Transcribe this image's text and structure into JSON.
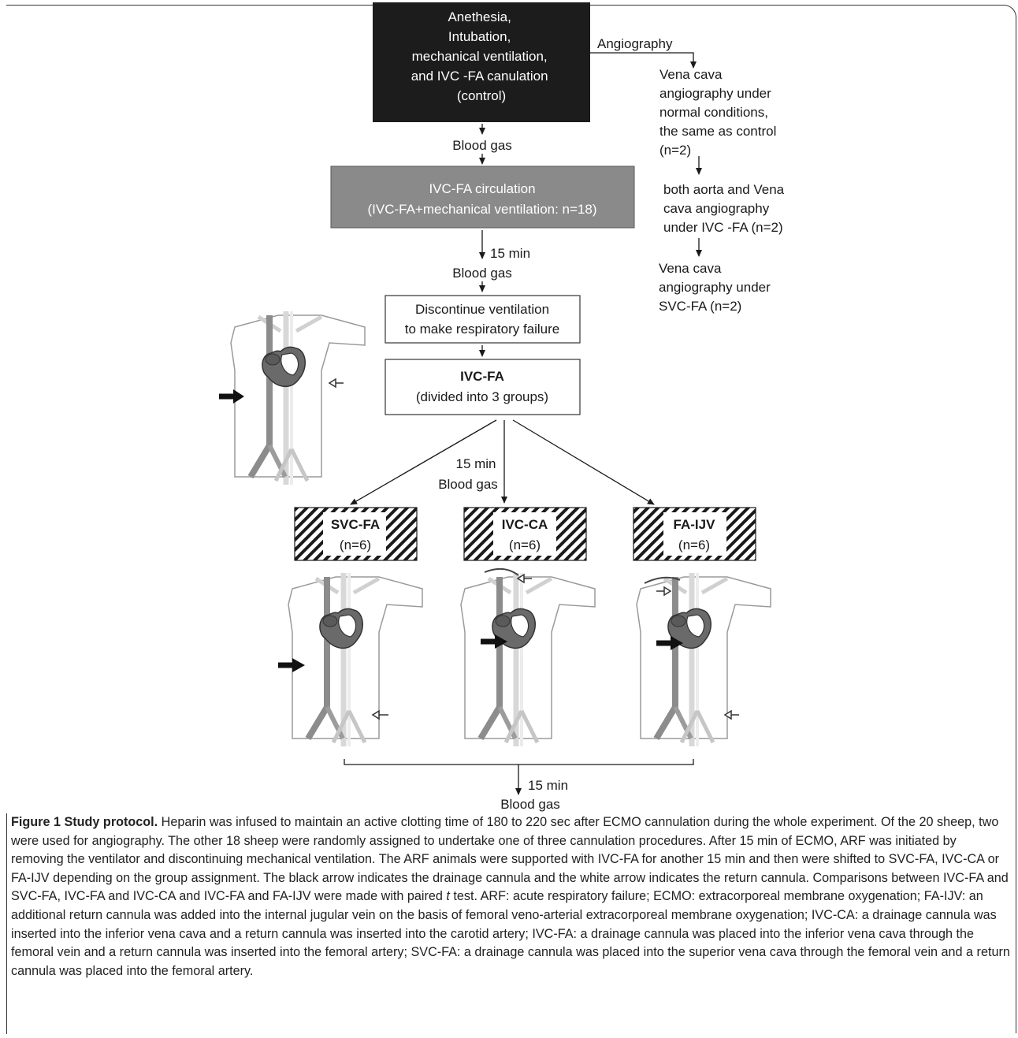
{
  "boxes": {
    "control": [
      "Anethesia,",
      "Intubation,",
      "mechanical ventilation,",
      "and IVC -FA canulation",
      "(control)"
    ],
    "ivcfa_circ": [
      "IVC-FA circulation",
      "(IVC-FA+mechanical ventilation: n=18)"
    ],
    "discontinue": [
      "Discontinue ventilation",
      "to make respiratory failure"
    ],
    "ivcfa_title": "IVC-FA",
    "ivcfa_sub": "(divided into 3 groups)",
    "groups": [
      {
        "name": "SVC-FA",
        "n": "(n=6)"
      },
      {
        "name": "IVC-CA",
        "n": "(n=6)"
      },
      {
        "name": "FA-IJV",
        "n": "(n=6)"
      }
    ]
  },
  "labels": {
    "angiography": "Angiography",
    "blood_gas_1": "Blood gas",
    "min_15_a": "15 min",
    "blood_gas_2": "Blood  gas",
    "min_15_b": "15 min",
    "blood_gas_3": "Blood  gas",
    "min_15_c": "15 min",
    "blood_gas_4": "Blood  gas"
  },
  "angio_steps": [
    [
      "Vena cava",
      "angiography under",
      "normal conditions,",
      "the same as control",
      "(n=2)"
    ],
    [
      "both  aorta and Vena",
      "cava angiography",
      "under IVC -FA (n=2)"
    ],
    [
      "Vena cava",
      "angiography under",
      "SVC-FA (n=2)"
    ]
  ],
  "icons": [
    "black-arrow-icon",
    "white-arrow-icon"
  ],
  "colors": {
    "control_box": "#1c1c1c",
    "circ_box": "#8a8a8a",
    "vessel": "#7a7a7a"
  },
  "caption": {
    "figure_label": "Figure 1 Study protocol.",
    "text": " Heparin was infused to maintain an active clotting time of 180 to 220 sec after ECMO cannulation during the whole experiment. Of the 20 sheep, two were used for angiography. The other 18 sheep were randomly assigned to undertake one of three cannulation procedures. After 15 min of ECMO, ARF was initiated by removing the ventilator and discontinuing mechanical ventilation. The ARF animals were supported with IVC-FA for another 15 min and then were shifted to SVC-FA, IVC-CA or FA-IJV depending on the group assignment. The black arrow indicates the drainage cannula and the white arrow indicates the return cannula. Comparisons between IVC-FA and SVC-FA, IVC-FA and IVC-CA and IVC-FA and FA-IJV were made with paired ",
    "t_italic": "t",
    "text2": " test. ARF: acute respiratory failure; ECMO: extracorporeal membrane oxygenation; FA-IJV: an additional return cannula was added into the internal jugular vein on the basis of femoral veno-arterial extracorporeal membrane oxygenation; IVC-CA: a drainage cannula was inserted into the inferior vena cava and a return cannula was inserted into the carotid artery; IVC-FA: a drainage cannula was placed into the inferior vena cava through the femoral vein and a return cannula was inserted into the femoral artery; SVC-FA: a drainage cannula was placed into the superior vena cava through the femoral vein and a return cannula was placed into the femoral artery."
  }
}
